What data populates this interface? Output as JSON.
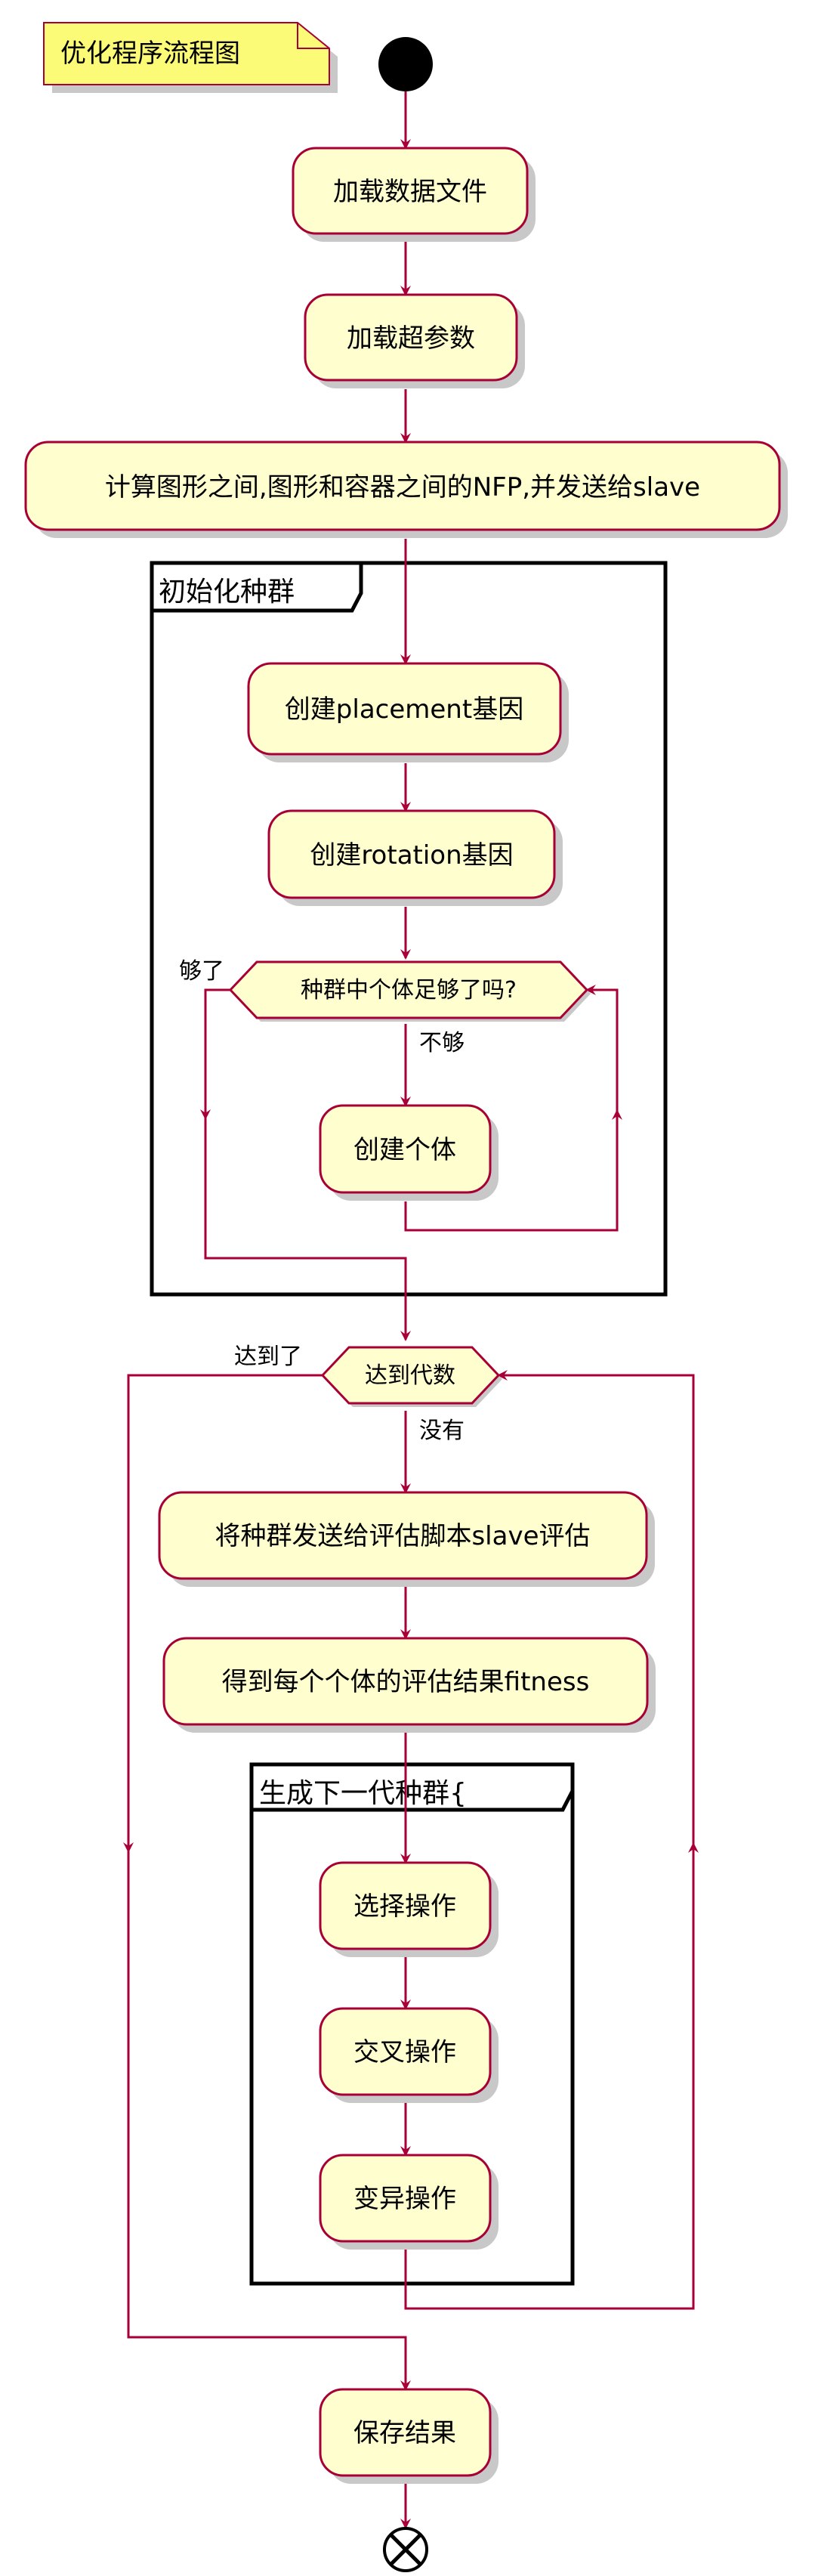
{
  "note": {
    "text": "优化程序流程图"
  },
  "nodes": {
    "load_data": "加载数据文件",
    "load_hyper": "加载超参数",
    "compute_nfp": "计算图形之间,图形和容器之间的NFP,并发送给slave",
    "create_placement": "创建placement基因",
    "create_rotation": "创建rotation基因",
    "create_individual": "创建个体",
    "send_eval": "将种群发送给评估脚本slave评估",
    "get_fitness": "得到每个个体的评估结果fitness",
    "select": "选择操作",
    "crossover": "交叉操作",
    "mutate": "变异操作",
    "save": "保存结果"
  },
  "decisions": {
    "enough": "种群中个体足够了吗?",
    "generations": "达到代数"
  },
  "edge_labels": {
    "enough_yes": "够了",
    "enough_no": "不够",
    "gen_yes": "达到了",
    "gen_no": "没有"
  },
  "partitions": {
    "init_population": "初始化种群",
    "next_generation": "生成下一代种群{"
  },
  "colors": {
    "node_fill": "#FEFECE",
    "node_border": "#A80036",
    "edge": "#A80036",
    "note_fill": "#FBFB77",
    "note_border": "#A80036",
    "partition_border": "#000000",
    "shadow": "#c8c8c8"
  }
}
